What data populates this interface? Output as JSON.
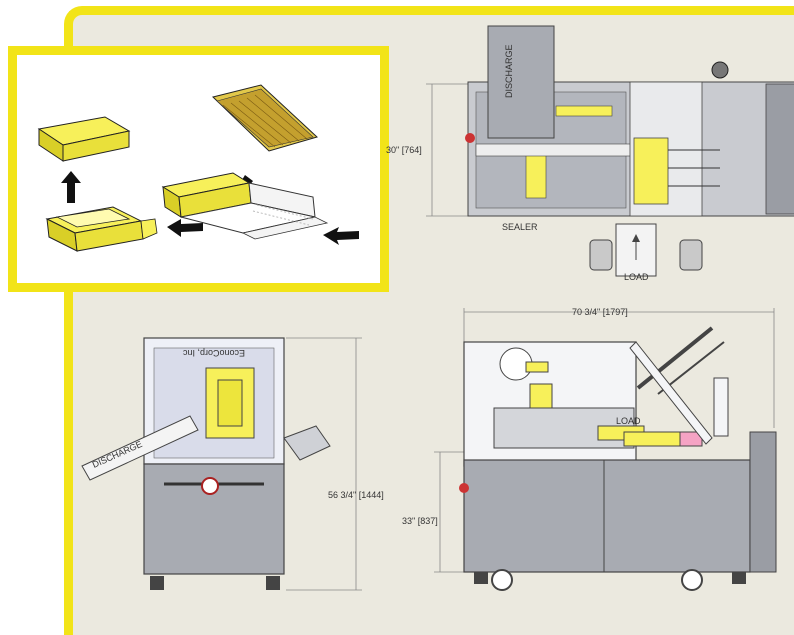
{
  "colors": {
    "accent": "#f2e418",
    "background": "#ebe9df",
    "machine": "#a9a9ad",
    "product": "#f7f05a"
  },
  "top_view": {
    "height_label": "30\" [764]",
    "discharge_label": "DISCHARGE",
    "sealer_label": "SEALER",
    "load_label": "LOAD"
  },
  "front_view": {
    "height_label": "56 3/4\" [1444]",
    "discharge_label": "DISCHARGE",
    "brand_label": "EconoCorp, Inc"
  },
  "side_view": {
    "width_label": "70 3/4\" [1797]",
    "height_label": "33\" [837]",
    "load_label": "LOAD"
  },
  "inset": {
    "icons": [
      "arrow-up-icon",
      "arrow-down-icon",
      "arrow-left-icon",
      "arrow-right-icon"
    ]
  }
}
